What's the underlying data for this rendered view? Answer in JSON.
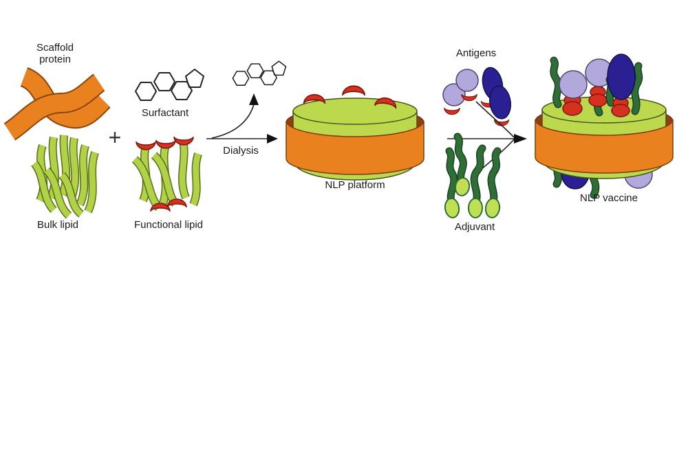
{
  "figure": {
    "inputs": {
      "scaffold_protein": "Scaffold\nprotein",
      "bulk_lipid": "Bulk lipid",
      "plus": "+",
      "surfactant": "Surfactant",
      "functional_lipid": "Functional lipid"
    },
    "process": {
      "dialysis": "Dialysis"
    },
    "intermediate": {
      "nlp_platform": "NLP platform"
    },
    "additions": {
      "antigens": "Antigens",
      "adjuvant": "Adjuvant"
    },
    "product": {
      "nlp_vaccine": "NLP vaccine"
    }
  },
  "colors": {
    "orange": "#E8811E",
    "orange-outline": "#8a4408",
    "maroon": "#943C12",
    "green": "#BCD94E",
    "green-outline": "#47511a",
    "strip-green": "#AFD246",
    "strip-outline": "#5d6b1d",
    "red": "#D6301F",
    "red-outline": "#7d150b",
    "lavender": "#B3A8DB",
    "lavender-outline": "#4e4470",
    "navy": "#2B2092",
    "navy-outline": "#14104f",
    "dark-green": "#2F6E36",
    "dark-green-outline": "#1a4220",
    "adjuvant-head": "#BFE055",
    "ink": "#1a1a1a"
  }
}
